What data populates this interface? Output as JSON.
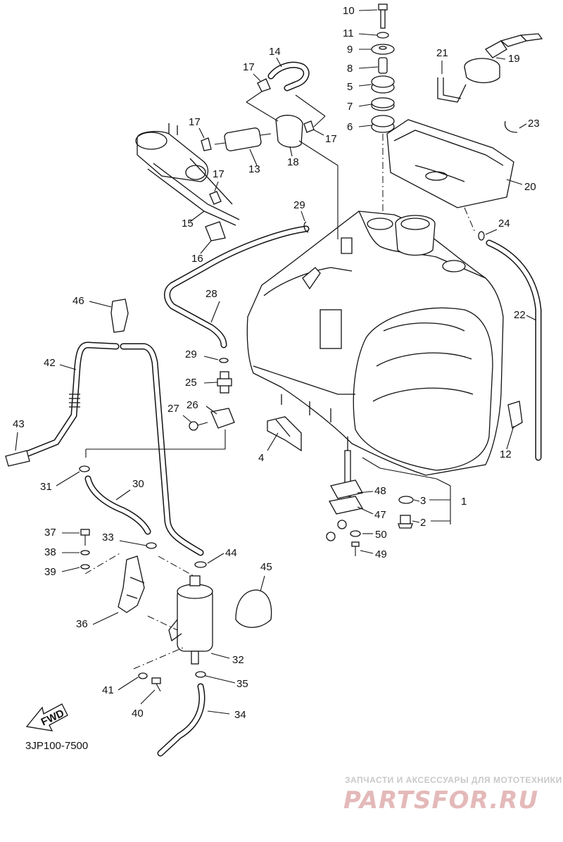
{
  "diagram": {
    "code": "3JP100-7500",
    "fwd_label": "FWD",
    "callouts": [
      "1",
      "2",
      "3",
      "4",
      "5",
      "6",
      "7",
      "8",
      "9",
      "10",
      "11",
      "12",
      "13",
      "14",
      "15",
      "16",
      "17",
      "18",
      "19",
      "20",
      "21",
      "22",
      "23",
      "24",
      "25",
      "26",
      "27",
      "28",
      "29",
      "30",
      "31",
      "32",
      "33",
      "34",
      "35",
      "36",
      "37",
      "38",
      "39",
      "40",
      "41",
      "42",
      "43",
      "44",
      "45",
      "46",
      "47",
      "48",
      "49",
      "50"
    ]
  },
  "watermark": {
    "tagline": "ЗАПЧАСТИ И АКСЕССУАРЫ ДЛЯ МОТОТЕХНИКИ",
    "brand": "PARTSFOR.RU"
  }
}
